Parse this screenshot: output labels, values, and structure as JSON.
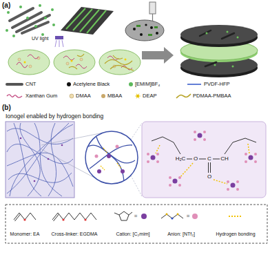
{
  "diagram": {
    "labels": [
      "(a)",
      "UV light",
      "(b)",
      "Ionogel enabled by hydrogen bonding",
      "H₂C",
      "O",
      "C",
      "CH",
      "O",
      "=",
      "="
    ],
    "legend": [
      {
        "text": "CNT"
      },
      {
        "text": "Acetylene Black"
      },
      {
        "text": "[EMIM]BF₄"
      },
      {
        "text": "PVDF-HFP"
      },
      {
        "text": "Xanthan Gum"
      },
      {
        "text": "DMAA"
      },
      {
        "text": "MBAA"
      },
      {
        "text": "DEAP"
      },
      {
        "text": "PDMAA-PMBAA"
      },
      {
        "text": "Monomer: EA"
      },
      {
        "text": "Cross-linker: EGDMA"
      },
      {
        "text": "Cation: [C₂mim]"
      },
      {
        "text": "Anion: [NTf₂]"
      },
      {
        "text": "Hydrogen bonding"
      }
    ]
  }
}
